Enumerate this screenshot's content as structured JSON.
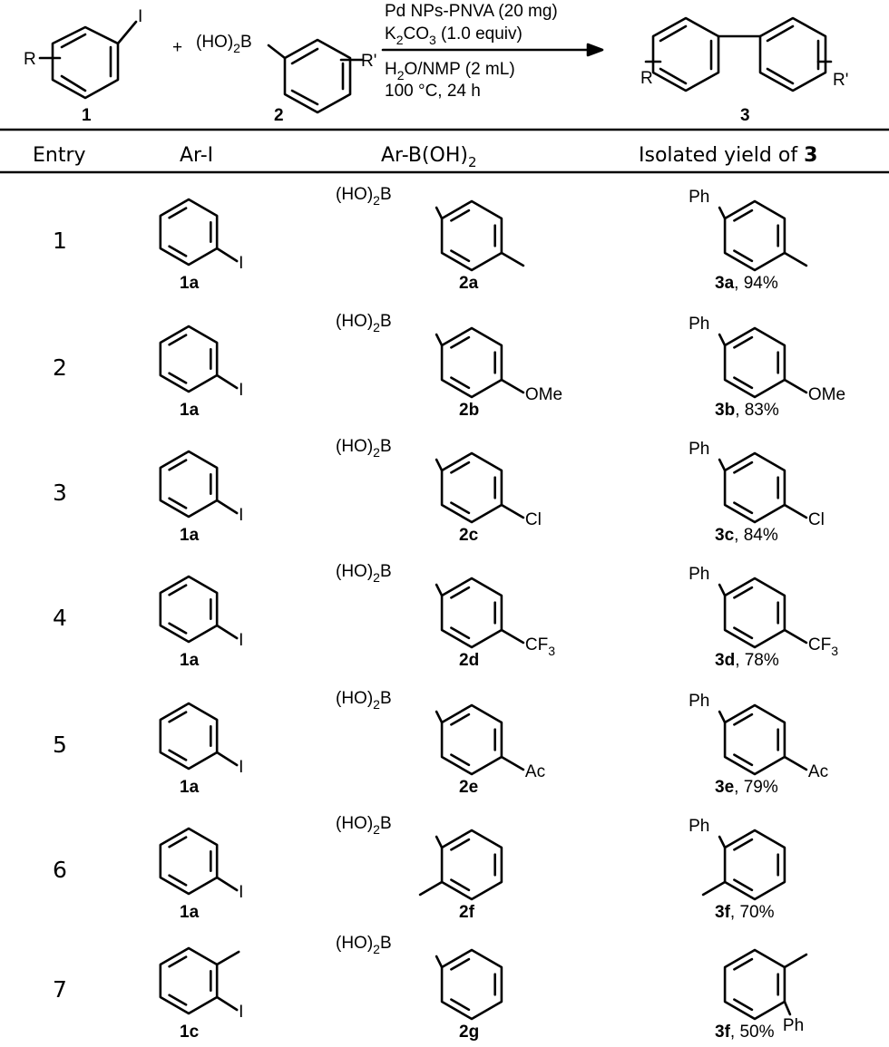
{
  "scheme": {
    "reagent1_sub": "R",
    "reagent1_atom": "I",
    "reagent1_num": "1",
    "plus": "+",
    "reagent2_b": "B",
    "reagent2_ho": "(HO)",
    "reagent2_ho_sub": "2",
    "reagent2_sub": "R'",
    "reagent2_num": "2",
    "conditions": {
      "line1": "Pd NPs-PNVA (20 mg)",
      "line2_a": "K",
      "line2_sub1": "2",
      "line2_b": "CO",
      "line2_sub2": "3",
      "line2_c": " (1.0 equiv)",
      "line3_a": "H",
      "line3_sub": "2",
      "line3_b": "O/NMP (2 mL)",
      "line4": "100 °C, 24 h"
    },
    "product_r": "R",
    "product_r2": "R'",
    "product_num": "3"
  },
  "table": {
    "headers": {
      "entry": "Entry",
      "ari": "Ar-I",
      "arb_a": "Ar-B(OH)",
      "arb_sub": "2",
      "yield_a": "Isolated yield of ",
      "yield_b": "3"
    },
    "rows": [
      {
        "entry": "1",
        "iodide": "1a",
        "boronic": "2a",
        "product": "3a",
        "yield": ", 94%",
        "subst": "Me",
        "prod_ph": "Ph"
      },
      {
        "entry": "2",
        "iodide": "1a",
        "boronic": "2b",
        "product": "3b",
        "yield": ", 83%",
        "subst": "OMe",
        "prod_ph": "Ph"
      },
      {
        "entry": "3",
        "iodide": "1a",
        "boronic": "2c",
        "product": "3c",
        "yield": ", 84%",
        "subst": "Cl",
        "prod_ph": "Ph"
      },
      {
        "entry": "4",
        "iodide": "1a",
        "boronic": "2d",
        "product": "3d",
        "yield": ", 78%",
        "subst": "CF3",
        "prod_ph": "Ph"
      },
      {
        "entry": "5",
        "iodide": "1a",
        "boronic": "2e",
        "product": "3e",
        "yield": ", 79%",
        "subst": "Ac",
        "prod_ph": "Ph"
      },
      {
        "entry": "6",
        "iodide": "1a",
        "boronic": "2f",
        "product": "3f",
        "yield": ", 70%",
        "subst": "Me",
        "prod_ph": "Ph"
      },
      {
        "entry": "7",
        "iodide": "1c",
        "boronic": "2g",
        "product": "3f",
        "yield": ", 50%",
        "subst": "",
        "prod_ph": "Ph"
      }
    ],
    "labels": {
      "iodo": "I",
      "boron": "B",
      "ho": "(HO)",
      "ho_sub": "2",
      "cf": "CF",
      "cf_sub": "3"
    }
  }
}
